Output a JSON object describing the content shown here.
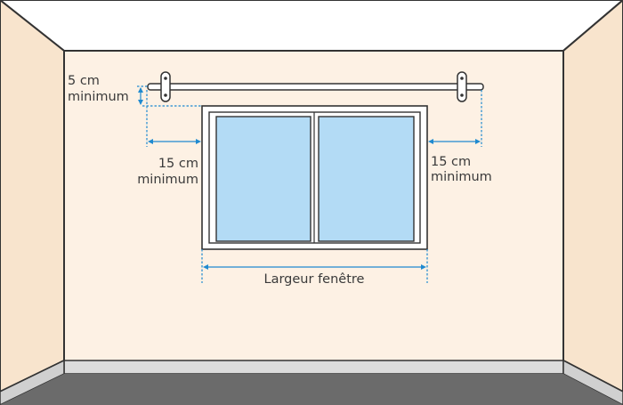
{
  "labels": {
    "rod_above_line1": "5 cm",
    "rod_above_line2": "minimum",
    "left_ext_line1": "15 cm",
    "left_ext_line2": "minimum",
    "right_ext_line1": "15 cm",
    "right_ext_line2": "minimum",
    "window_width": "Largeur fenêtre"
  },
  "colors": {
    "wall": "#fdf1e4",
    "side_wall": "#f6e0c8",
    "ceiling": "#ffffff",
    "floor": "#6b6b6b",
    "skirting": "#dcdcdc",
    "glass": "#b3dbf5",
    "frame": "#ffffff",
    "outline": "#333333",
    "dimension": "#1f8ad0"
  }
}
